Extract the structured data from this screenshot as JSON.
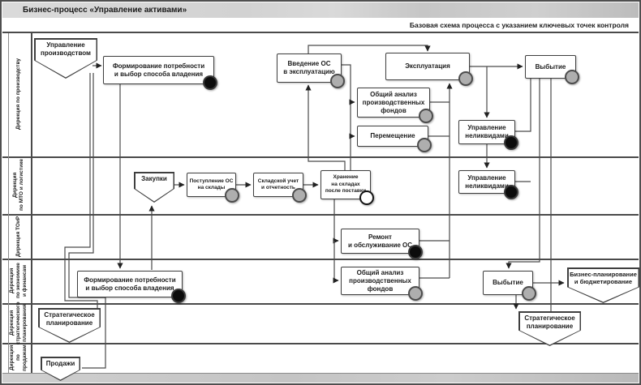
{
  "header": {
    "title": "Бизнес-процесс «Управление активами»",
    "subtitle": "Базовая схема процесса с указанием ключевых точек контроля"
  },
  "lanes": [
    {
      "label": "Дирекция по производству"
    },
    {
      "label": "Дирекция\nпо МТО и логистике"
    },
    {
      "label": "Дирекция ТОиР"
    },
    {
      "label": "Дирекция\nпо экономике\nи финансам"
    },
    {
      "label": "Дирекция\nстратегического\nпланирования"
    },
    {
      "label": "Дирекция\nпо продажам"
    }
  ],
  "marker_colors": {
    "gray": {
      "fill": "#aeaeae",
      "border": "#4c4c4c"
    },
    "black": {
      "fill": "#0c0c0c",
      "border": "#3a3a3a"
    },
    "white": {
      "fill": "#ffffff",
      "border": "#141414"
    }
  },
  "nodes": [
    {
      "label": "Управление\nпроизводством"
    },
    {
      "label": "Формирование потребности\nи выбор способа владения",
      "marker": "black"
    },
    {
      "label": "Введение ОС\nв эксплуатацию",
      "marker": "gray"
    },
    {
      "label": "Эксплуатация",
      "marker": "gray"
    },
    {
      "label": "Выбытие",
      "marker": "gray"
    },
    {
      "label": "Общий анализ\nпроизводственных\nфондов",
      "marker": "gray"
    },
    {
      "label": "Перемещение",
      "marker": "gray"
    },
    {
      "label": "Управление\nнеликвидами",
      "marker": "black"
    },
    {
      "label": "Закупки"
    },
    {
      "label": "Поступление ОС\nна склады",
      "marker": "gray"
    },
    {
      "label": "Складской учет\nи отчетность",
      "marker": "gray"
    },
    {
      "label": "Хранение\nна складах\nпосле поставки",
      "marker": "white"
    },
    {
      "label": "Управление\nнеликвидами",
      "marker": "black"
    },
    {
      "label": "Ремонт\nи обслуживание ОС",
      "marker": "black"
    },
    {
      "label": "Формирование потребности\nи выбор способа владения",
      "marker": "black"
    },
    {
      "label": "Общий анализ\nпроизводственных\nфондов",
      "marker": "gray"
    },
    {
      "label": "Выбытие",
      "marker": "gray"
    },
    {
      "label": "Бизнес-планирование\nи бюджетирование"
    },
    {
      "label": "Стратегическое\nпланирование"
    },
    {
      "label": "Стратегическое\nпланирование"
    },
    {
      "label": "Продажи"
    }
  ]
}
